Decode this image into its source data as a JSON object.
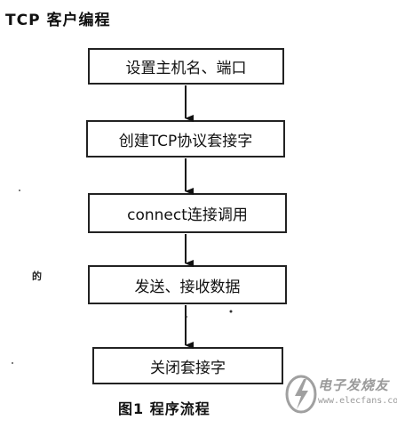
{
  "title": "TCP 客户编程",
  "steps": [
    "设置主机名、端口",
    "创建TCP协议套接字",
    "connect连接调用",
    "发送、接收数据",
    "关闭套接字"
  ],
  "caption": "图1   程序流程",
  "stray_mark": "的",
  "watermark": {
    "brand": "电子发烧友",
    "url": "www.elecfans.com",
    "logo_icon": "lightning-bolt-icon"
  }
}
